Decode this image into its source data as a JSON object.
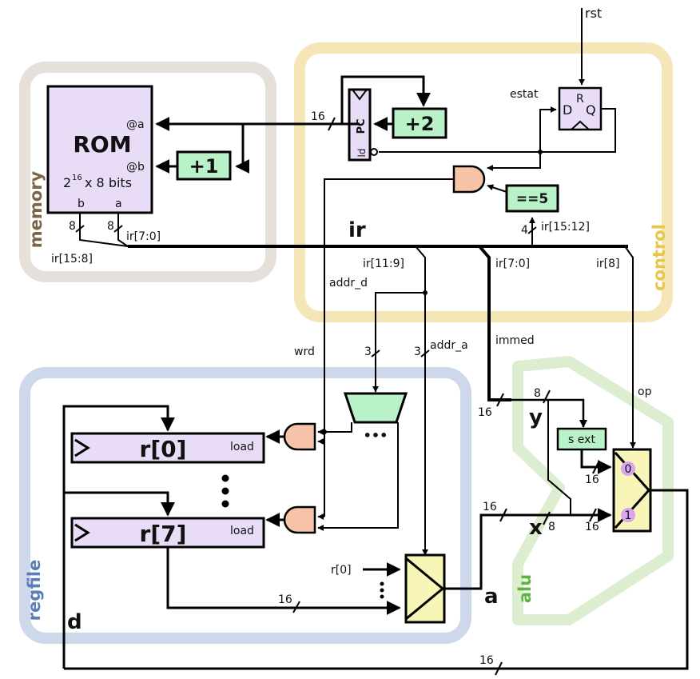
{
  "groups": {
    "memory": "memory",
    "control": "control",
    "regfile": "regfile",
    "alu": "alu"
  },
  "colors": {
    "memory": "#e6e0da",
    "control": "#f5e6b8",
    "regfile": "#cdd8ea",
    "alu": "#dcedd0",
    "memory_text": "#7a6647",
    "control_text": "#e8c64a",
    "regfile_text": "#5d7db6",
    "alu_text": "#5ab63a",
    "purple": "#e8dcf6",
    "green": "#b9f2c8",
    "yellow": "#f7f5b8",
    "salmon": "#f6c2a8",
    "mux_dot": "#d8a6ec"
  },
  "rom": {
    "title": "ROM",
    "port_a": "@a",
    "port_b": "@b",
    "size_base": "2",
    "size_exp": "16",
    "size_rest": "x 8 bits",
    "out_b": "b",
    "out_a": "a"
  },
  "boxes": {
    "plus1": "+1",
    "plus2": "+2",
    "pc": "PC",
    "ld": "ld",
    "eq5": "==5",
    "s_ext": "s ext",
    "r0": "r[0]",
    "r7": "r[7]",
    "load0": "load",
    "load7": "load",
    "dots_h": "•••",
    "dots_v": "⋮",
    "mux_in0": "0",
    "mux_in1": "1"
  },
  "ff": {
    "d": "D",
    "r": "R",
    "q": "Q",
    "label": "estat",
    "rst": "rst"
  },
  "signals": {
    "ir": "ir",
    "ir_15_8": "ir[15:8]",
    "ir_7_0_mem": "ir[7:0]",
    "ir_15_12": "ir[15:12]",
    "ir_11_9": "ir[11:9]",
    "ir_7_0": "ir[7:0]",
    "ir_8": "ir[8]",
    "addr_d": "addr_d",
    "addr_a": "addr_a",
    "wrd": "wrd",
    "immed": "immed",
    "op": "op",
    "y": "y",
    "x": "x",
    "a": "a",
    "d": "d",
    "r0_in": "r[0]"
  },
  "widths": {
    "w16_pc": "16",
    "w8_b": "8",
    "w8_a": "8",
    "w4": "4",
    "w3_d": "3",
    "w3_a": "3",
    "w16_y": "16",
    "w8_y": "8",
    "w16_sext": "16",
    "w16_x": "16",
    "w8_x": "8",
    "w16_mux": "16",
    "w16_ra": "16",
    "w16_d": "16"
  }
}
